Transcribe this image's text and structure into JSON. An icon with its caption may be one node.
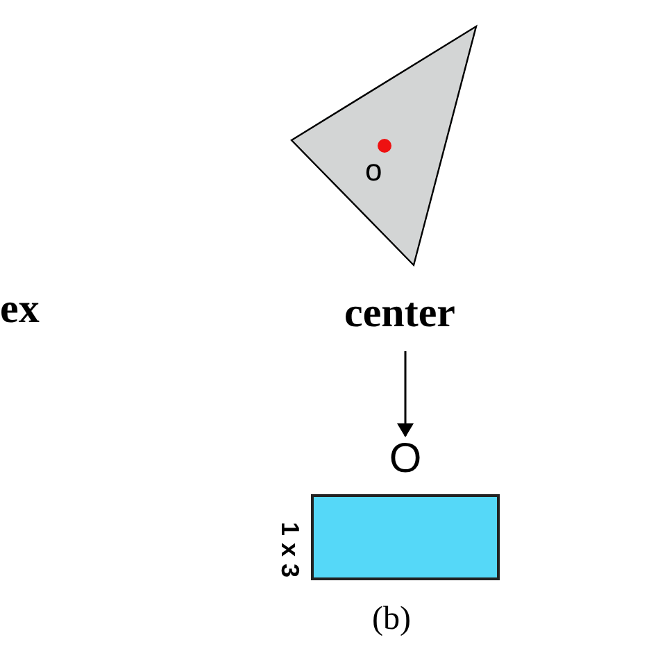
{
  "diagram": {
    "nodes": [
      {
        "text": [
          "o"
        ]
      },
      {
        "text": [
          "center"
        ]
      },
      {
        "text": [
          "O"
        ],
        "beside": [
          "1 x 3"
        ]
      }
    ],
    "edges": [
      {
        "from": 1,
        "to": 2,
        "arrow": "to"
      }
    ],
    "labels": [
      "ex",
      "(b)"
    ]
  }
}
